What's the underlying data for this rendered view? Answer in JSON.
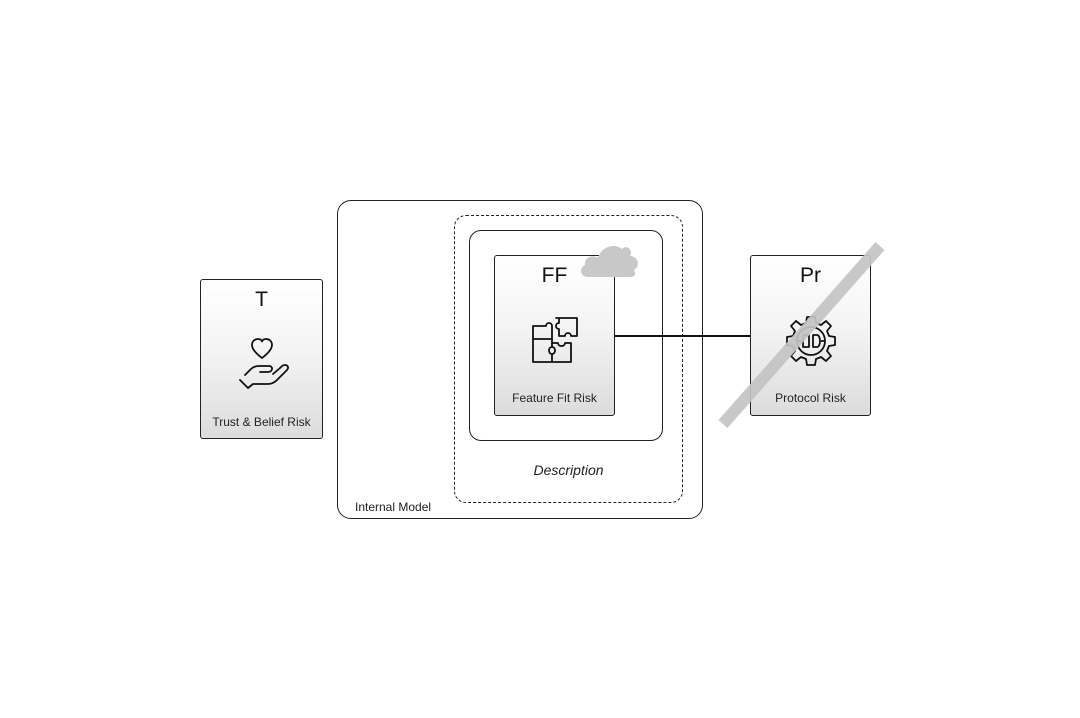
{
  "containers": {
    "internal_model": {
      "label": "Internal Model"
    },
    "description": {
      "label": "Description"
    }
  },
  "cards": {
    "trust": {
      "symbol": "T",
      "label": "Trust & Belief Risk",
      "icon": "hand-heart-icon"
    },
    "feature_fit": {
      "symbol": "FF",
      "label": "Feature Fit Risk",
      "icon": "puzzle-pieces-icon",
      "badge_icon": "cloud-icon"
    },
    "protocol": {
      "symbol": "Pr",
      "label": "Protocol Risk",
      "icon": "gear-plug-icon",
      "crossed_out": true
    }
  },
  "colors": {
    "stroke": "#111111",
    "card_gradient_top": "#ffffff",
    "card_gradient_bottom": "#dcdcdc",
    "cloud": "#c8c8c8",
    "strike": "#c4c4c4"
  }
}
